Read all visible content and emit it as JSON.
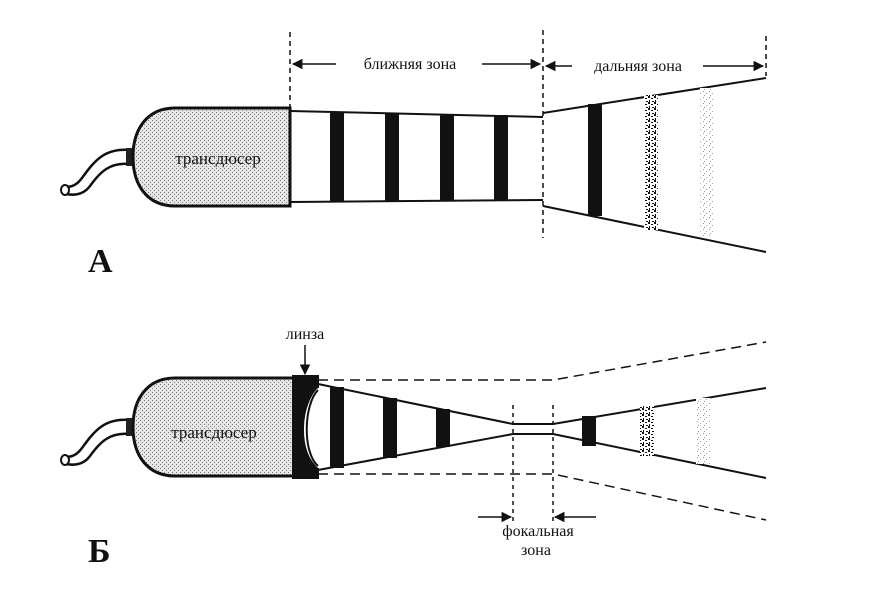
{
  "panel_a": {
    "letter": "А",
    "transducer_label": "трансдюсер",
    "near_zone_label": "ближняя зона",
    "far_zone_label": "дальняя зона"
  },
  "panel_b": {
    "letter": "Б",
    "transducer_label": "трансдюсер",
    "lens_label": "линза",
    "focal_zone_label_line1": "фокальная",
    "focal_zone_label_line2": "зона"
  }
}
